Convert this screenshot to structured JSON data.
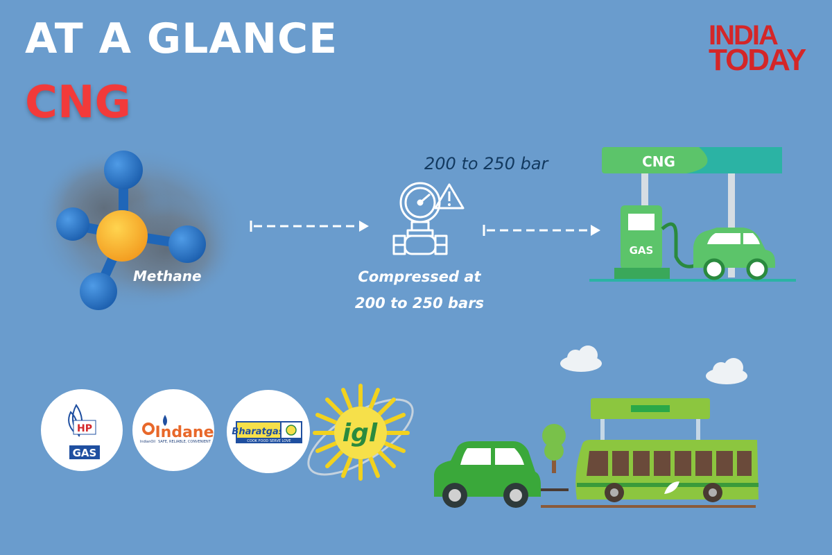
{
  "header": {
    "title": "AT A GLANCE",
    "subtitle": "CNG",
    "brand_line1": "INDIA",
    "brand_line2": "TODAY"
  },
  "diagram": {
    "molecule_label": "Methane",
    "pressure_note": "200 to 250 bar",
    "compress_line1": "Compressed at",
    "compress_line2": "200 to 250 bars",
    "station_sign": "CNG",
    "pump_label": "GAS"
  },
  "logos": {
    "hp_top": "HP",
    "hp_bottom": "GAS",
    "indane": "Indane",
    "indane_tag": "SAFE, RELIABLE, CONVENIENT",
    "indianoil_small": "IndianOil",
    "bharatgas": "Bharatgas",
    "bharatgas_tag": "COOK FOOD SERVE LOVE",
    "igl": "igl"
  },
  "colors": {
    "background": "#6a9ccd",
    "title": "#ffffff",
    "subtitle": "#f23a3a",
    "brand": "#d42628",
    "station_green": "#5cc46a",
    "car_green": "#3aa83a",
    "bus_green": "#8cc63f",
    "methane_yellow": "#f6b730",
    "methane_blue": "#2373c5"
  },
  "icons": [
    "methane-molecule-icon",
    "pressure-gauge-icon",
    "warning-icon",
    "cng-station-icon",
    "car-icon",
    "bus-icon",
    "cloud-icon",
    "tree-icon"
  ]
}
